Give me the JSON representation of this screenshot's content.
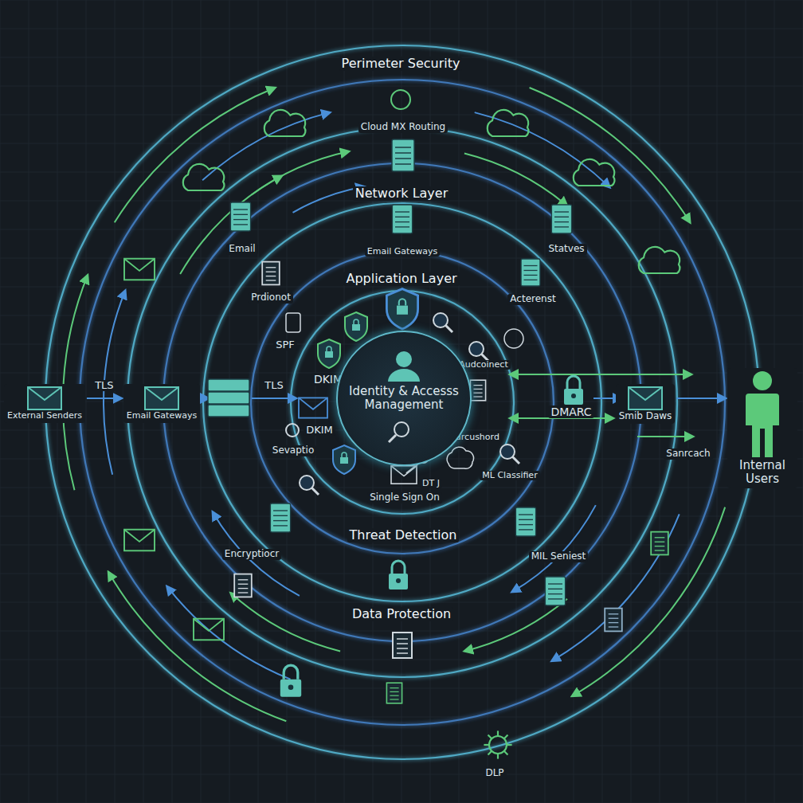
{
  "diagram": {
    "nodes": [
      {
        "text": [
          "External Senders"
        ]
      },
      {
        "text": [
          "Email Gateways"
        ]
      },
      {
        "text": [
          "Identity & Accesss Management"
        ]
      },
      {
        "text": [
          "Smib Daws"
        ]
      },
      {
        "text": [
          "Internal Users"
        ]
      }
    ],
    "edges": [
      {
        "from": 0,
        "to": 1,
        "arrow": "to",
        "label": "TLS"
      },
      {
        "from": 3,
        "to": 4,
        "arrow": "to"
      }
    ],
    "labels": [
      "Perimeter Security",
      "Cloud MX Routing",
      "Network Layer",
      "Email",
      "Email Gateways",
      "Statves",
      "Prdionot",
      "Application Layer",
      "Acterenst",
      "SPF",
      "DKIM",
      "Audcoinect",
      "TLS",
      "DKIM",
      "Sarcushord",
      "DMARC",
      "Sanrcach",
      "Sevaptio",
      "ML Classifier",
      "DT J",
      "Single Sign On",
      "Threat Detection",
      "MIL Seniest",
      "Encryptiocr",
      "Data Protection",
      "DLP"
    ]
  }
}
